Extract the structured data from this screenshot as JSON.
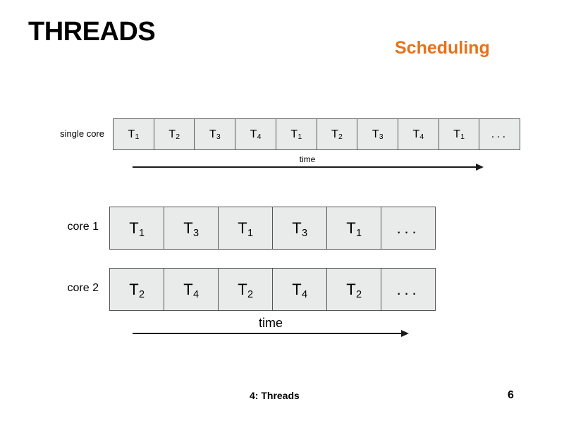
{
  "slide": {
    "title": "THREADS",
    "subtitle": "Scheduling",
    "subtitle_color": "#E8711A"
  },
  "diagram": {
    "ellipsis_glyph": "...",
    "rows": [
      {
        "id": "single-core",
        "label": "single core",
        "cells": [
          {
            "base": "T",
            "sub": "1"
          },
          {
            "base": "T",
            "sub": "2"
          },
          {
            "base": "T",
            "sub": "3"
          },
          {
            "base": "T",
            "sub": "4"
          },
          {
            "base": "T",
            "sub": "1"
          },
          {
            "base": "T",
            "sub": "2"
          },
          {
            "base": "T",
            "sub": "3"
          },
          {
            "base": "T",
            "sub": "4"
          },
          {
            "base": "T",
            "sub": "1"
          },
          {
            "base": "...",
            "sub": ""
          }
        ]
      },
      {
        "id": "core-1",
        "label": "core 1",
        "cells": [
          {
            "base": "T",
            "sub": "1"
          },
          {
            "base": "T",
            "sub": "3"
          },
          {
            "base": "T",
            "sub": "1"
          },
          {
            "base": "T",
            "sub": "3"
          },
          {
            "base": "T",
            "sub": "1"
          },
          {
            "base": "...",
            "sub": ""
          }
        ]
      },
      {
        "id": "core-2",
        "label": "core 2",
        "cells": [
          {
            "base": "T",
            "sub": "2"
          },
          {
            "base": "T",
            "sub": "4"
          },
          {
            "base": "T",
            "sub": "2"
          },
          {
            "base": "T",
            "sub": "4"
          },
          {
            "base": "T",
            "sub": "2"
          },
          {
            "base": "...",
            "sub": ""
          }
        ]
      }
    ],
    "arrows": [
      {
        "id": "time-arrow-top",
        "label": "time"
      },
      {
        "id": "time-arrow-bottom",
        "label": "time"
      }
    ]
  },
  "footer": {
    "section": "4: Threads",
    "page_number": "6"
  }
}
